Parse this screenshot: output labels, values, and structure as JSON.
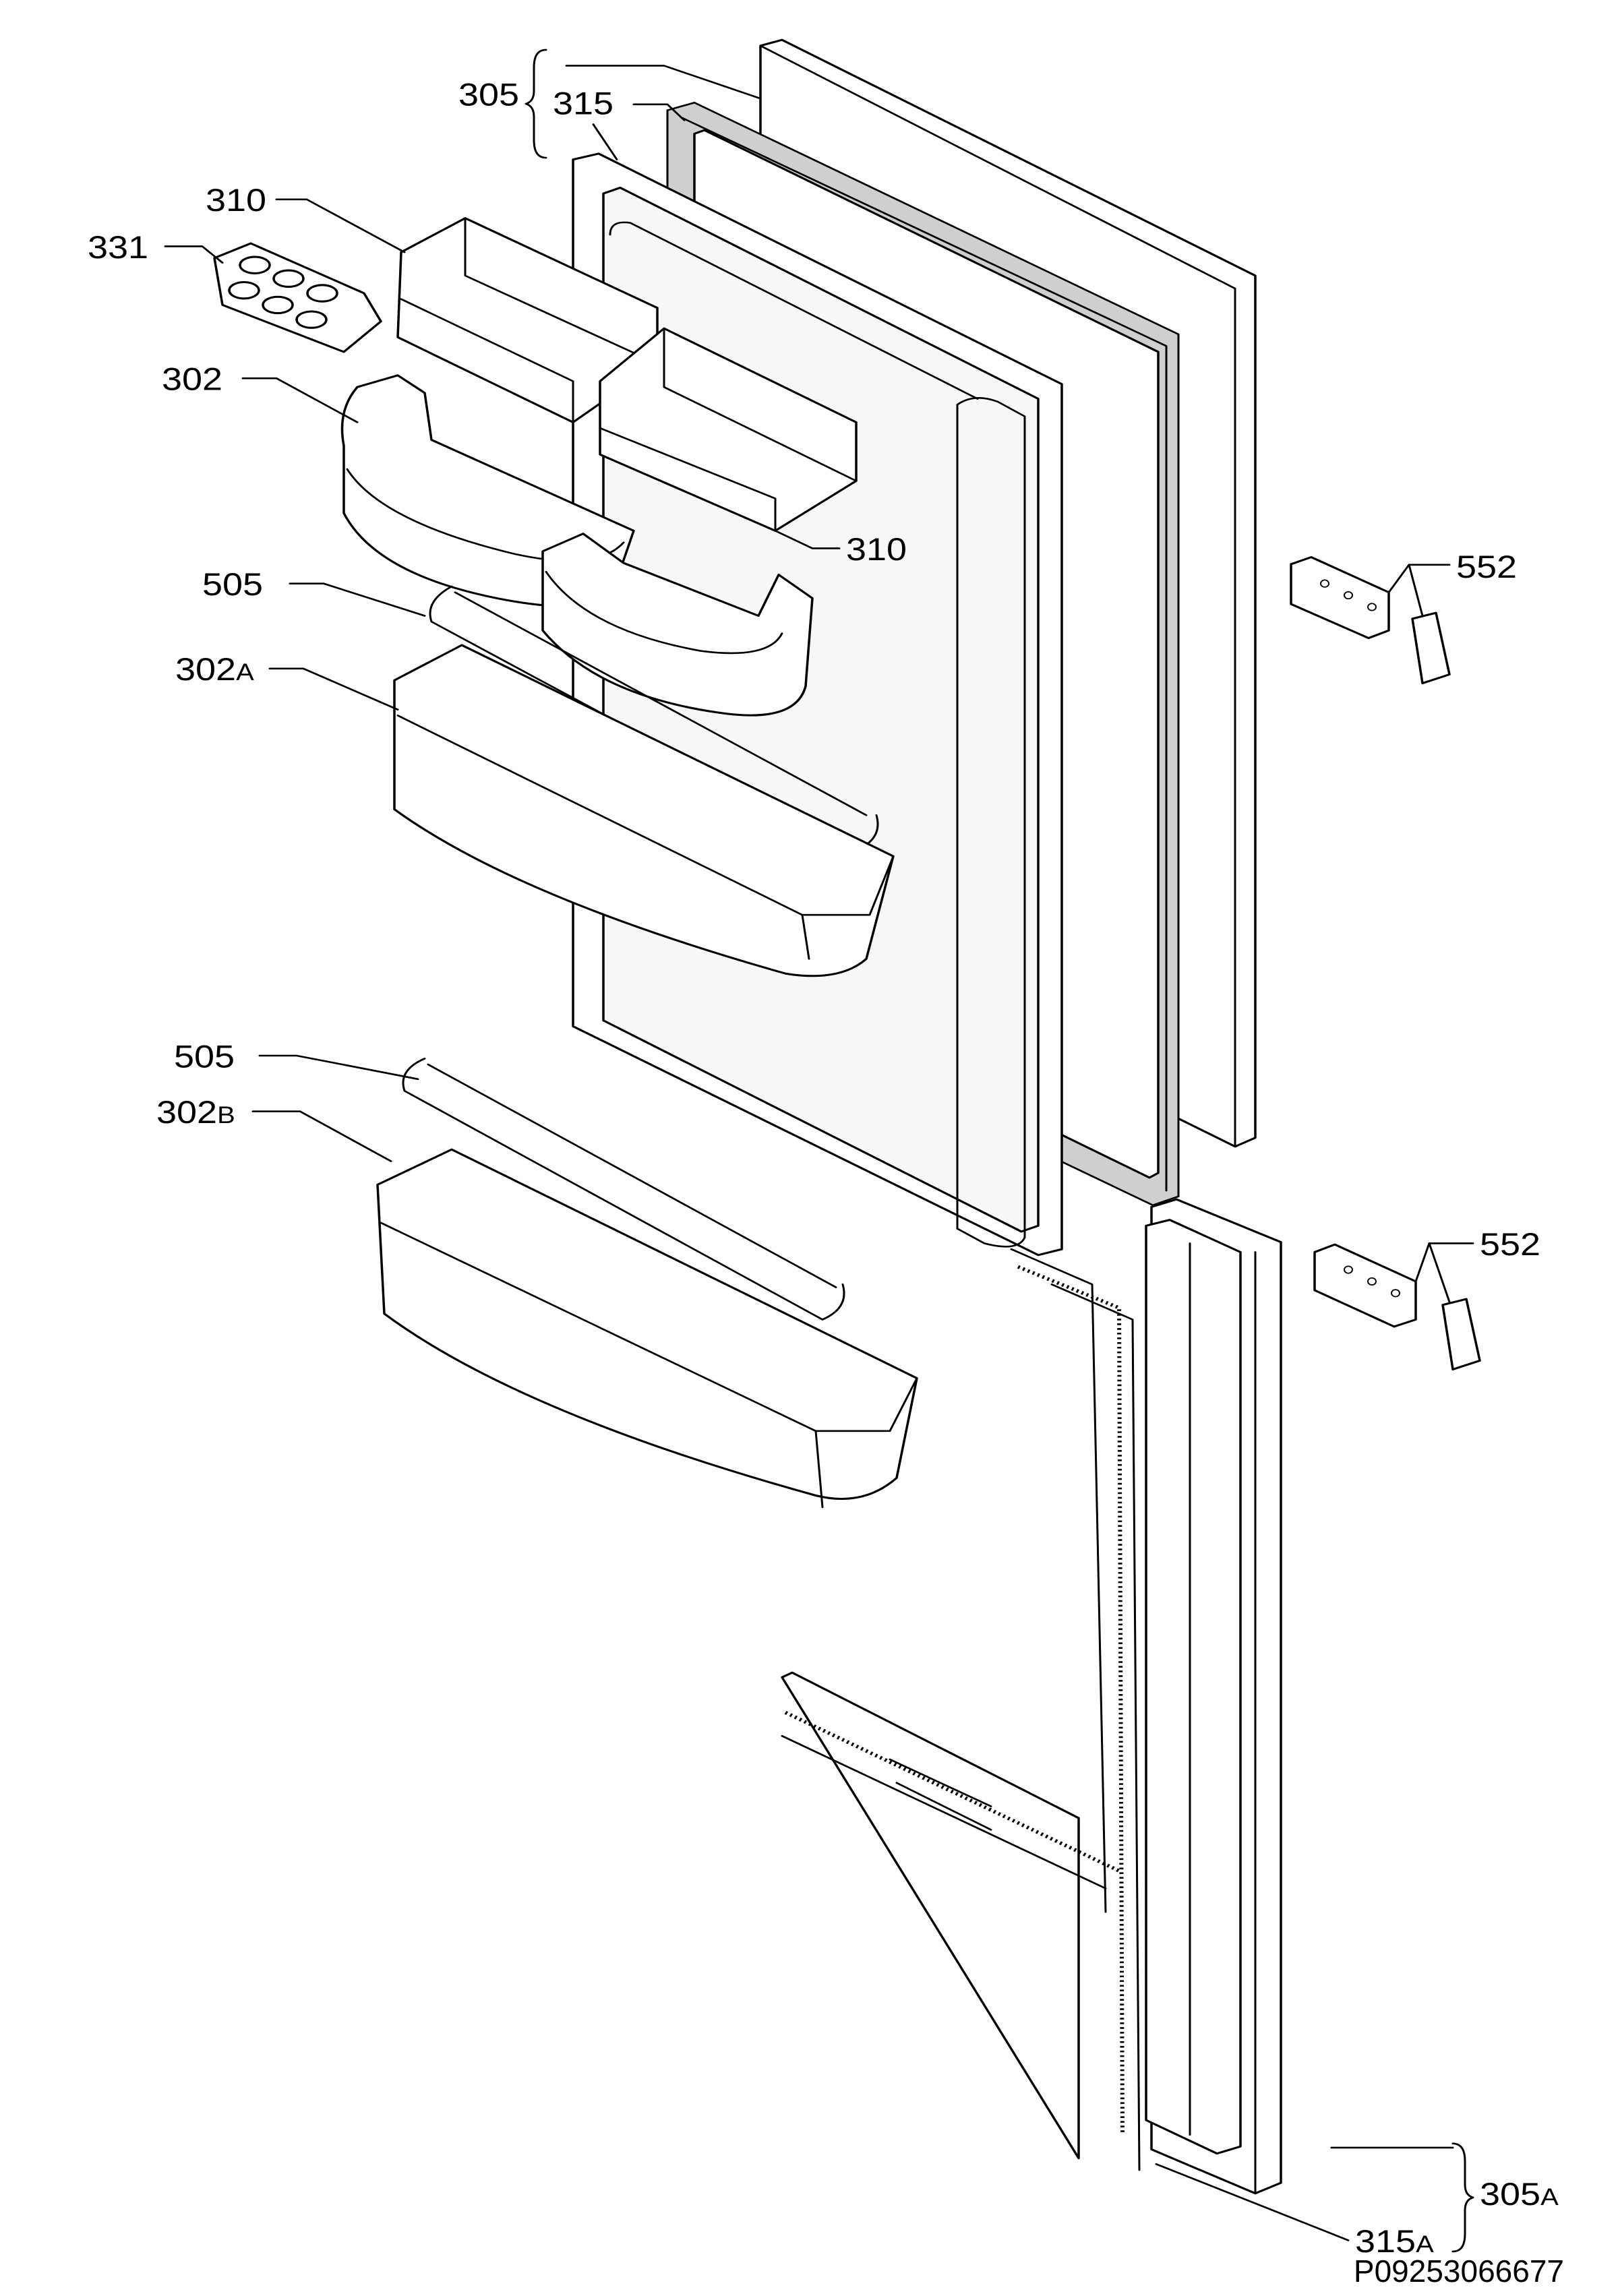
{
  "labels": {
    "305": "305",
    "315": "315",
    "310_top": "310",
    "331": "331",
    "302": "302",
    "310_right": "310",
    "505_top": "505",
    "552_top": "552",
    "302A_num": "302",
    "302A_suffix": "A",
    "505_bottom": "505",
    "302B_num": "302",
    "302B_suffix": "B",
    "552_bottom": "552",
    "305A_num": "305",
    "305A_suffix": "A",
    "315A_num": "315",
    "315A_suffix": "A"
  },
  "drawing_code": "P09253066677"
}
